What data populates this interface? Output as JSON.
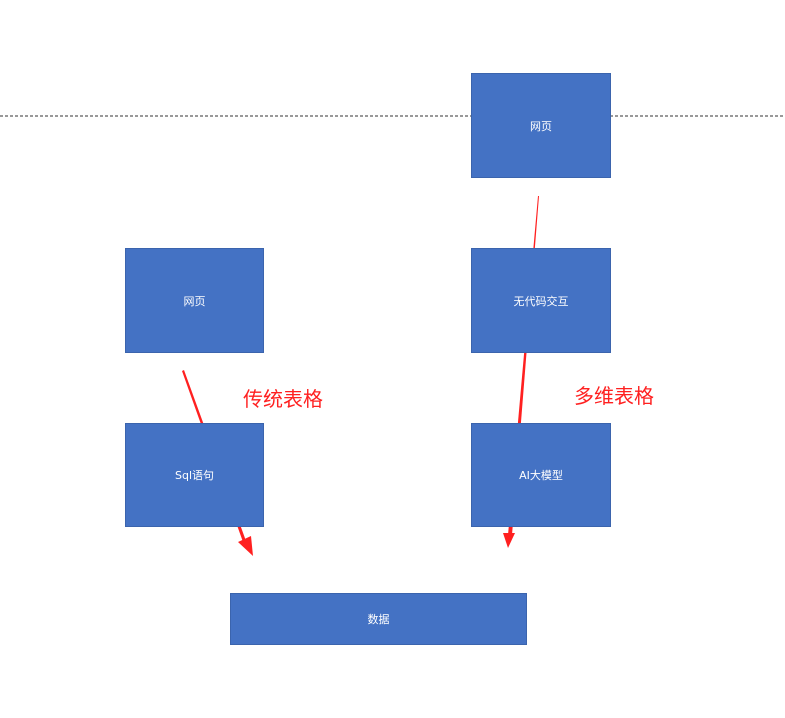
{
  "colors": {
    "box_fill": "#4472c4",
    "box_text": "#ffffff",
    "arrow": "#ff2020",
    "annotation": "#ff2020",
    "divider": "#333333"
  },
  "boxes": {
    "top_webpage": "网页",
    "left_webpage": "网页",
    "sql": "Sql语句",
    "nocode": "无代码交互",
    "ai_model": "AI大模型",
    "data": "数据"
  },
  "annotations": {
    "traditional_table": "传统表格",
    "multidim_table": "多维表格"
  }
}
